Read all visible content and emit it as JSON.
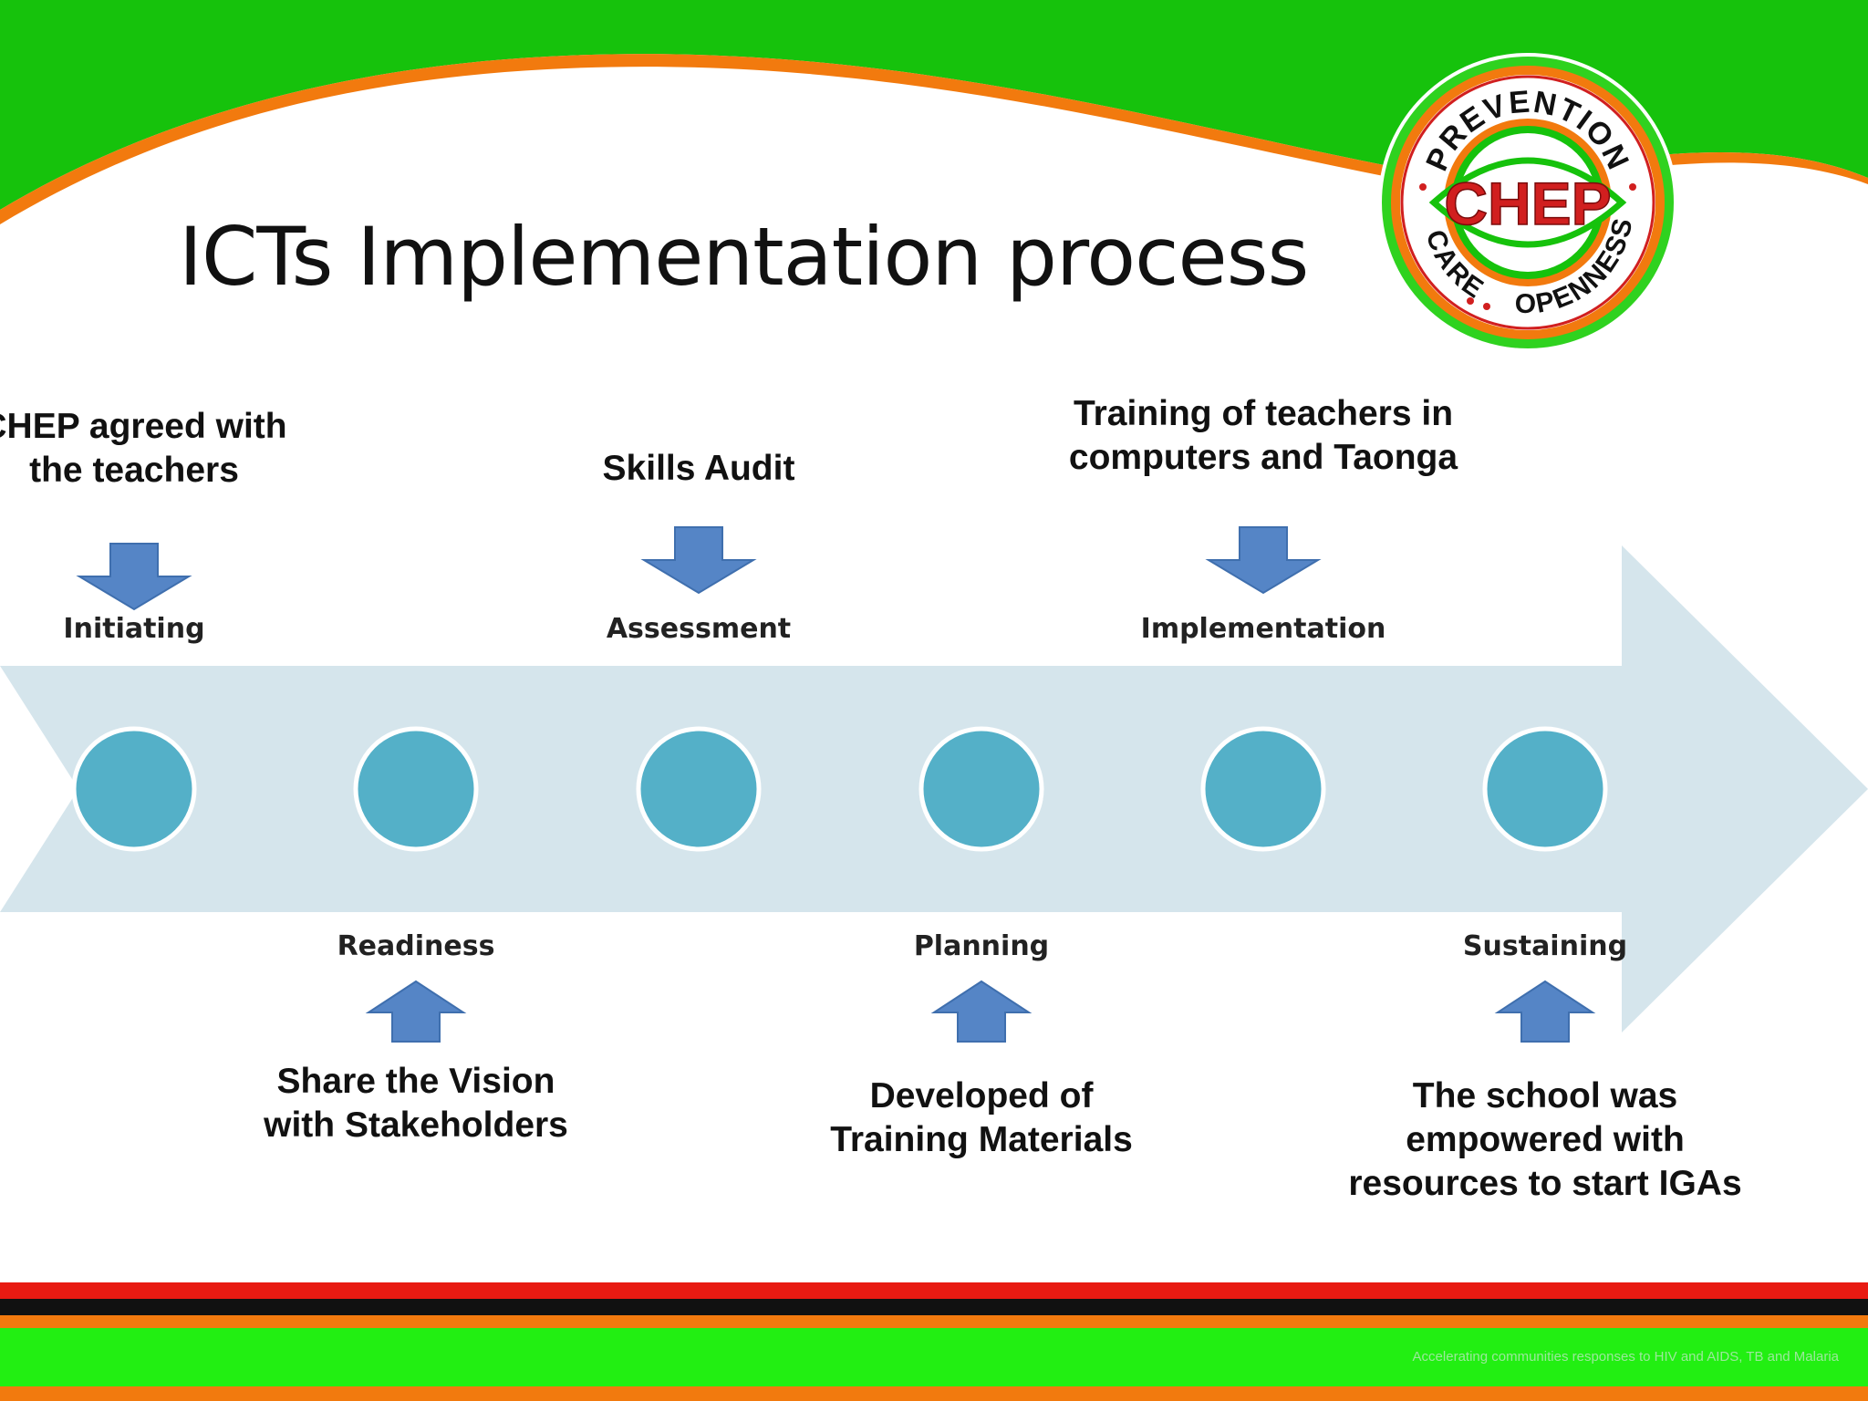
{
  "title": "ICTs Implementation process",
  "logo": {
    "top_text": "PREVENTION",
    "left_text": "CARE",
    "right_text": "OPENNESS",
    "center_text": "CHEP"
  },
  "stages": [
    {
      "label": "Initiating",
      "activity": [
        "CHEP agreed with",
        "the teachers"
      ],
      "position": "top"
    },
    {
      "label": "Readiness",
      "activity": [
        "Share the Vision",
        "with Stakeholders"
      ],
      "position": "bottom"
    },
    {
      "label": "Assessment",
      "activity": [
        "Skills Audit"
      ],
      "position": "top"
    },
    {
      "label": "Planning",
      "activity": [
        "Developed of",
        "Training Materials"
      ],
      "position": "bottom"
    },
    {
      "label": "Implementation",
      "activity": [
        "Training of teachers in",
        "computers and Taonga"
      ],
      "position": "top"
    },
    {
      "label": "Sustaining",
      "activity": [
        "The school was",
        "empowered with",
        "resources to start IGAs"
      ],
      "position": "bottom"
    }
  ],
  "footer": "Accelerating communities responses to HIV and AIDS, TB and Malaria",
  "colors": {
    "banner_green": "#16c20c",
    "banner_orange": "#f27a0e",
    "timeline_arrow": "#d5e5ec",
    "stage_circle": "#54b0c8",
    "small_arrow": "#5585c6",
    "logo_red": "#d11f1f",
    "stripe_red": "#e81a12",
    "stripe_black": "#111111",
    "stripe_green": "#22ef12"
  }
}
